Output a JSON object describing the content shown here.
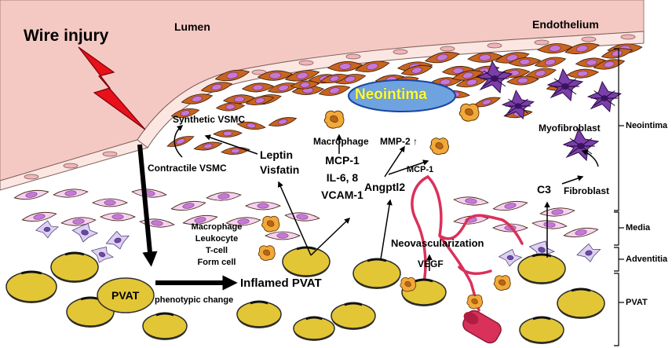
{
  "figure": {
    "regions": {
      "lumen": "Lumen",
      "endothelium": "Endothelium",
      "neointima_badge": "Neointima",
      "pvat_badge": "PVAT"
    },
    "side_labels": {
      "neointima": "Neointima",
      "media": "Media",
      "adventitia": "Adventitia",
      "pvat": "PVAT"
    },
    "events": {
      "wire_injury": "Wire injury",
      "phenotypic_change": "phenotypic change",
      "inflamed_pvat": "Inflamed PVAT",
      "neovascularization": "Neovascularization"
    },
    "cells": {
      "synthetic_vsmc": "Synthetic VSMC",
      "contractile_vsmc": "Contractile VSMC",
      "macrophage": "Macrophage",
      "myofibroblast": "Myofibroblast",
      "fibroblast": "Fibroblast",
      "immune_cells": [
        "Macrophage",
        "Leukocyte",
        "T-cell",
        "Form cell"
      ]
    },
    "mediators": {
      "leptin": "Leptin",
      "visfatin": "Visfatin",
      "mcp1": "MCP-1",
      "il68": "IL-6, 8",
      "vcam1": "VCAM-1",
      "mmp2": "MMP-2 ↑",
      "mcp1_small": "MCP-1",
      "angptl2": "Angptl2",
      "vegf": "VEGF",
      "c3": "C3"
    }
  },
  "colors": {
    "lumen_fill": "#f5c9c3",
    "endothelium_fill": "#fbe6e2",
    "vsmc_brown": "#c8641f",
    "nucleus_purple": "#c678d6",
    "media_pink": "#f5d3ef",
    "adipocyte_gold": "#e3c636",
    "vessel_red": "#d9315a",
    "bolt_red": "#e8101b",
    "neointima_badge": "#6fa3e0",
    "neointima_text": "#ffff33",
    "macrophage_orange": "#f2a93a",
    "myofibroblast_purple": "#6a2c91"
  }
}
